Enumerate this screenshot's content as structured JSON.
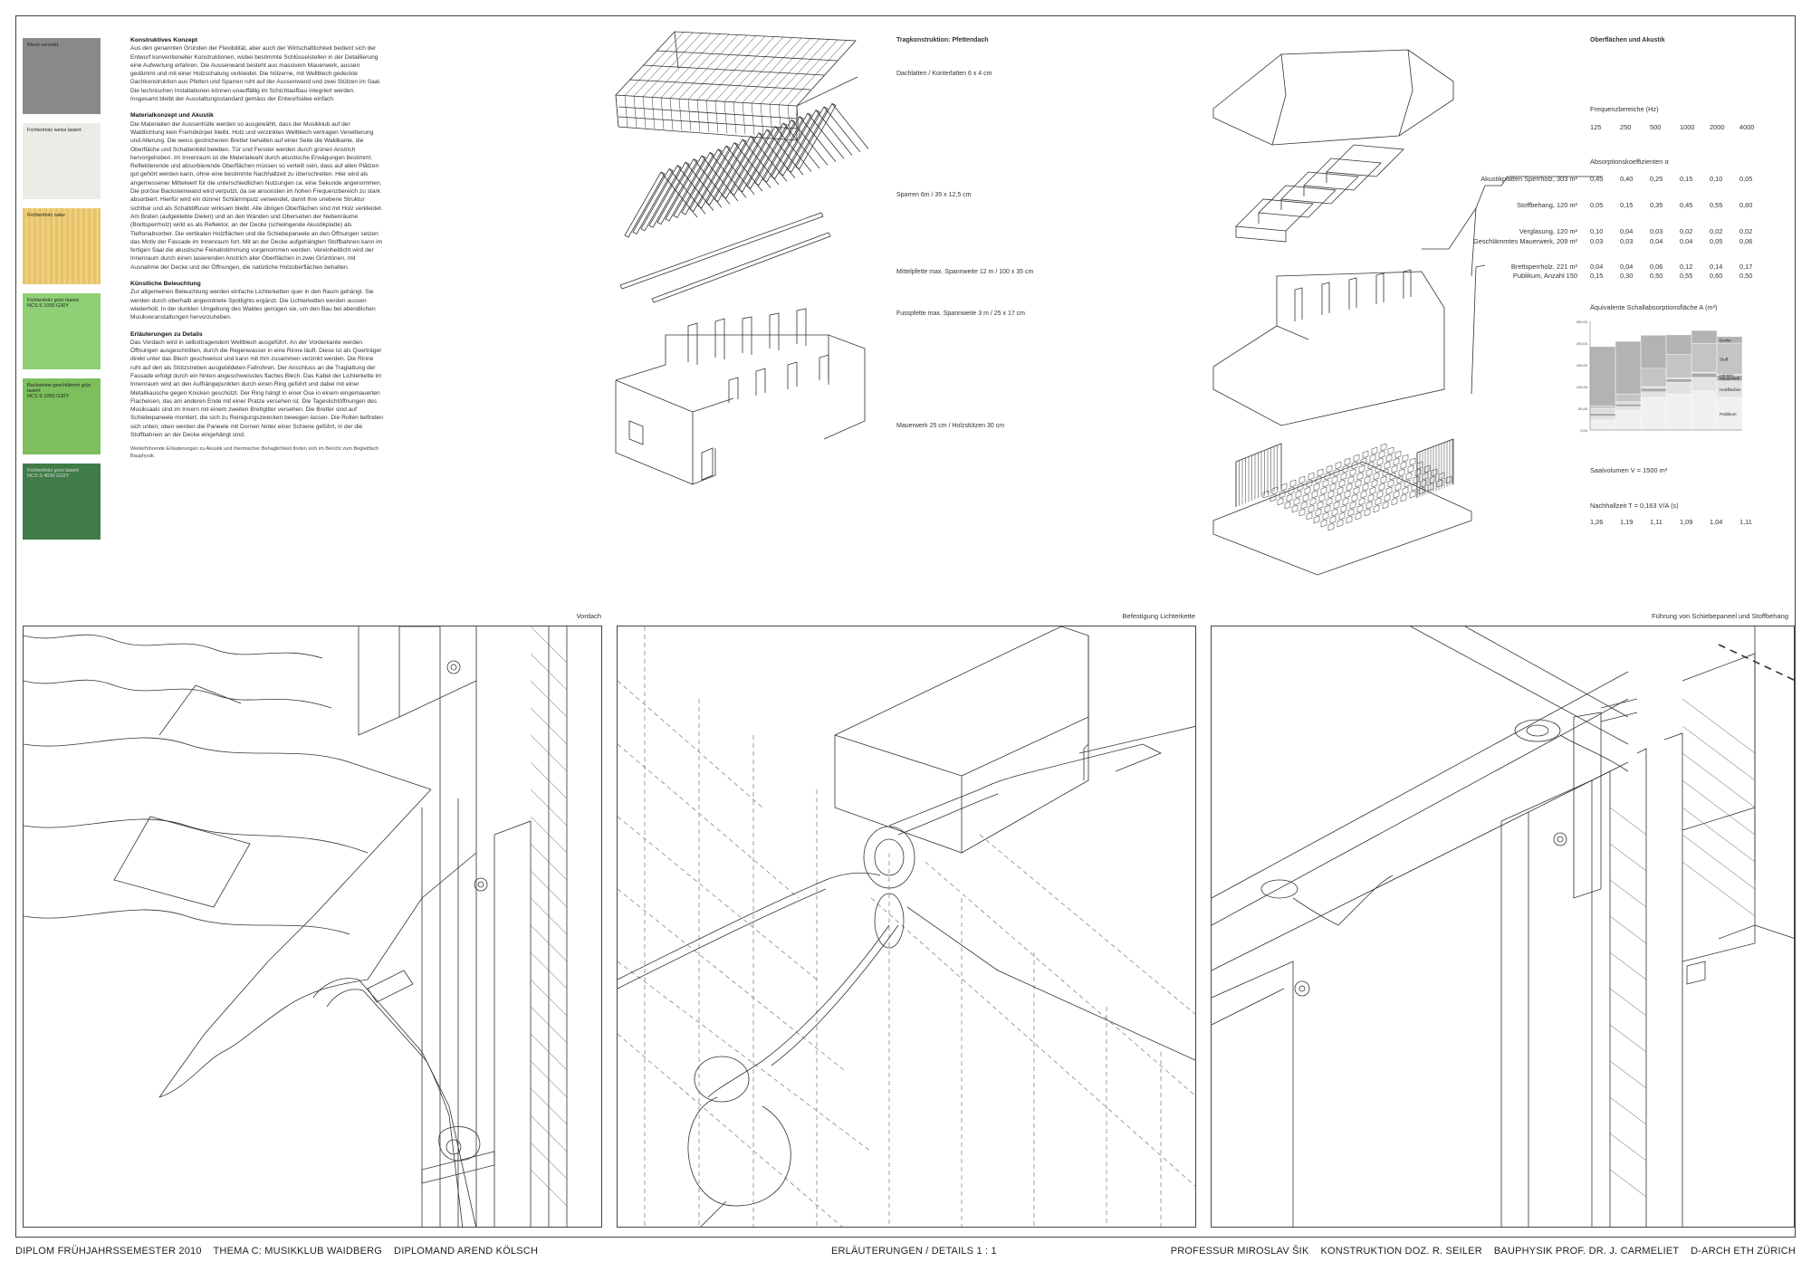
{
  "swatches": [
    {
      "l1": "Blech verzinkt",
      "l2": "",
      "color": "#8a8a8a"
    },
    {
      "l1": "Fichtenholz weiss lasiert",
      "l2": "",
      "color": "#ecebe6"
    },
    {
      "l1": "Fichtenholz natur",
      "l2": "",
      "color": "#e6c36a"
    },
    {
      "l1": "Fichtenholz grün lasiert",
      "l2": "NCS S 1050 G30Y",
      "color": "#8fcf76"
    },
    {
      "l1": "Backsteine geschlämmt grün lasiert",
      "l2": "NCS S 1050 G30Y",
      "color": "#7cbf5c"
    },
    {
      "l1": "Fichtenholz grün lasiert",
      "l2": "NCS S 4030 G10Y",
      "color": "#3f7c48"
    }
  ],
  "text": {
    "h1": "Konstruktives Konzept",
    "p1": "Aus den genannten Gründen der Flexibilität, aber auch der Wirtschaftlichkeit bedient sich der Entwurf konventioneller Konstruktionen, wobei bestimmte Schlüsselstellen in der Detaillierung eine Aufwertung erfahren. Die Aussenwand besteht aus massivem Mauerwerk, aussen gedämmt und mit einer Holzschalung verkleidet. Die hölzerne, mit Wellblech gedeckte Dachkonstruktion aus Pfetten und Sparren ruht auf der Aussenwand und zwei Stützen im Saal. Die technischen Installationen können unauffällig im Schichtaufbau integriert werden. Insgesamt bleibt der Ausstattungsstandard gemäss der Entwurfsidee einfach.",
    "h2": "Materialkonzept und Akustik",
    "p2": "Die Materialien der Aussenhülle werden so ausgewählt, dass der Musikklub auf der Waldlichtung kein Fremdkörper bleibt. Holz und verzinktes Wellblech vertragen Verwitterung und Alterung. Die weiss gestrichenen Bretter behalten auf einer Seite die Waldkante, die Oberfläche und Schattenbild beleben. Tür und Fenster werden durch grünen Anstrich hervorgehoben. Im Innenraum ist die Materialwahl durch akustische Erwägungen bestimmt. Reflektierende und absorbierende Oberflächen müssen so verteilt sein, dass auf allen Plätzen gut gehört werden kann, ohne eine bestimmte Nachhallzeit zu überschreiten. Hier wird als angemessener Mittelwert für die unterschiedlichen Nutzungen ca. eine Sekunde angenommen. Die poröse Backsteinwand wird verputzt, da sie ansonsten im hohen Frequenzbereich zu stark absorbiert. Hierfür wird ein dünner Schlämmputz verwendet, damit ihre unebene Struktur sichtbar und als Schalldiffusor wirksam bleibt. Alle übrigen Oberflächen sind mit Holz verkleidet. Am Boden (aufgeklebte Dielen) und an den Wänden und Oberseiten der Nebenräume (Brettsperrholz) wirkt es als Reflektor, an der Decke (schwingende Akustikplatte) als Tieftonabsorber. Die vertikalen Holzflächen und die Schiebepaneele an den Öffnungen setzen das Motiv der Fassade im Innenraum fort. Mit an der Decke aufgehängten Stoffbahnen kann im fertigen Saal die akustische Feinabstimmung vorgenommen werden. Vereinheitlicht wird der Innenraum durch einen lasierenden Anstrich aller Oberflächen in zwei Grüntönen, mit Ausnahme der Decke und der Öffnungen, die natürliche Holzoberflächen behalten.",
    "h3": "Künstliche Beleuchtung",
    "p3": "Zur allgemeinen Beleuchtung werden einfache Lichterketten quer in den Raum gehängt. Sie werden durch oberhalb angeordnete Spotlights ergänzt. Die Lichterketten werden aussen wiederholt. In der dunklen Umgebung des Waldes genügen sie, um den Bau bei abendlichen Musikveranstaltungen hervorzuheben.",
    "h4": "Erläuterungen zu Details",
    "p4": "Das Vordach wird in selbsttragendem Wellblech ausgeführt. An der Vorderkante werden Öffnungen ausgeschnitten, durch die Regenwasser in eine Rinne läuft. Diese ist als Querträger direkt unter das Blech geschweisst und kann mit ihm zusammen verzinkt werden. Die Rinne ruht auf den als Stützstreben ausgebildeten Fallrohren. Der Anschluss an die Traglattung der Fassade erfolgt durch ein hinten angeschweisstes flaches Blech. Das Kabel der Lichterkette im Innenraum wird an den Aufhängepunkten durch einen Ring geführt und dabei mit einer Metallkausche gegen Knicken geschützt. Der Ring hängt in einer Öse in einem eingemauerten Flacheisen, das am anderen Ende mit einer Pratze versehen ist. Die Tageslichtöffnungen des Musiksaals sind im Innern mit einem zweiten Brettgitter versehen. Die Bretter sind auf Schiebepaneele montiert, die sich zu Reinigungszwecken bewegen lassen. Die Rollen befinden sich unten; oben werden die Paneele mit Dornen hinter einer Schiene geführt, in der die Stoffbahnen an der Decke eingehängt sind.",
    "note": "Weiterführende Erläuterungen zu Akustik und thermischer Behaglichkeit finden sich im Bericht zum Begleitfach Bauphysik."
  },
  "structure": {
    "title": "Tragkonstruktion: Pfettendach",
    "l1": "Dachlatten / Konterlatten 6 x 4 cm",
    "l2": "Sparren 6m / 35 x 12,5 cm",
    "l3": "Mittelpfette max. Spannweite 12 m / 100 x 35 cm",
    "l4": "Fusspfette max. Spannweite 3 m / 25 x 17 cm",
    "l5": "Mauerwerk 25 cm / Holzstützen 30 cm"
  },
  "acoustic": {
    "title": "Oberflächen und Akustik",
    "freq_label": "Frequenzbereiche (Hz)",
    "freqs": [
      "125",
      "250",
      "500",
      "1000",
      "2000",
      "4000"
    ],
    "coef_label": "Absorptionskoeffizienten α",
    "rows": [
      {
        "name": "Akustikplatten Sperrholz, 303 m²",
        "v": [
          "0,45",
          "0,40",
          "0,25",
          "0,15",
          "0,10",
          "0,05"
        ]
      },
      {
        "name": "Stoffbehang, 120 m²",
        "v": [
          "0,05",
          "0,15",
          "0,35",
          "0,45",
          "0,55",
          "0,60"
        ]
      },
      {
        "name": "Verglasung, 120 m²",
        "v": [
          "0,10",
          "0,04",
          "0,03",
          "0,02",
          "0,02",
          "0,02"
        ]
      },
      {
        "name": "Geschlämmtes Mauerwerk, 209 m²",
        "v": [
          "0,03",
          "0,03",
          "0,04",
          "0,04",
          "0,05",
          "0,06"
        ]
      },
      {
        "name": "Brettsperrholz, 221 m²",
        "v": [
          "0,04",
          "0,04",
          "0,06",
          "0,12",
          "0,14",
          "0,17"
        ]
      },
      {
        "name": "Publikum, Anzahl 150",
        "v": [
          "0,15",
          "0,30",
          "0,50",
          "0,55",
          "0,60",
          "0,50"
        ]
      }
    ],
    "chart_title": "Äquivalente Schallabsorptionsfläche A (m²)",
    "volume": "Saalvolumen V = 1500 m³",
    "rt_label": "Nachhallzeit T = 0,163 V/A (s)",
    "rt": [
      "1,26",
      "1,19",
      "1,11",
      "1,09",
      "1,04",
      "1,11"
    ]
  },
  "chart_data": {
    "type": "area",
    "categories": [
      "125",
      "250",
      "500",
      "1000",
      "2000",
      "4000"
    ],
    "title": "Äquivalente Schallabsorptionsfläche A (m²)",
    "yticks": [
      "0,00",
      "50,00",
      "100,00",
      "150,00",
      "200,00",
      "250,00"
    ],
    "ylim": [
      0,
      250
    ],
    "series": [
      {
        "name": "Publikum",
        "values": [
          23,
          45,
          75,
          83,
          90,
          75
        ],
        "color": "#f0f0f0"
      },
      {
        "name": "Holzflächen",
        "values": [
          9,
          9,
          13,
          27,
          31,
          38
        ],
        "color": "#e2e2e2"
      },
      {
        "name": "Mauerwerk",
        "values": [
          6,
          6,
          8,
          8,
          10,
          13
        ],
        "color": "#aaaaaa"
      },
      {
        "name": "Fenster",
        "values": [
          12,
          5,
          4,
          2,
          2,
          2
        ],
        "color": "#dcdcdc"
      },
      {
        "name": "Stoff",
        "values": [
          6,
          18,
          42,
          54,
          66,
          72
        ],
        "color": "#c4c4c4"
      },
      {
        "name": "Decke",
        "values": [
          136,
          121,
          76,
          45,
          30,
          15
        ],
        "color": "#b3b3b3"
      }
    ]
  },
  "panels": {
    "p1": "Vordach",
    "p2": "Befestigung Lichterkette",
    "p3": "Führung von Schiebepaneel und Stoffbehang"
  },
  "footer": {
    "left": "DIPLOM FRÜHJAHRSSEMESTER 2010    THEMA C: MUSIKKLUB WAIDBERG    DIPLOMAND AREND KÖLSCH",
    "center": "ERLÄUTERUNGEN / DETAILS 1 : 1",
    "right": "PROFESSUR MIROSLAV ŠIK    KONSTRUKTION DOZ. R. SEILER    BAUPHYSIK PROF. DR. J. CARMELIET    D-ARCH ETH ZÜRICH"
  }
}
